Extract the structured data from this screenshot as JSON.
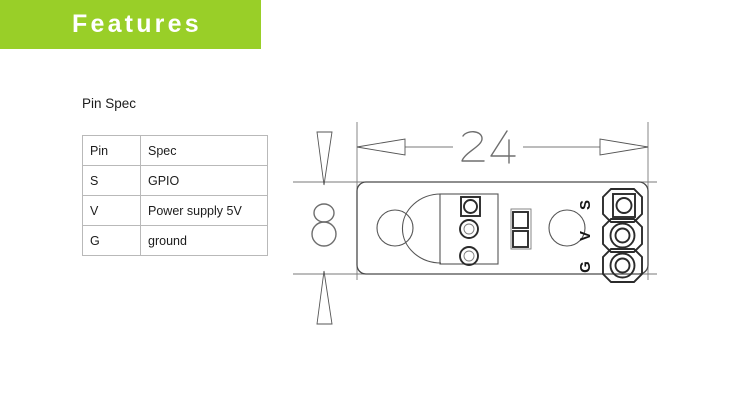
{
  "banner": {
    "title": "Features",
    "background_color": "#99cf28",
    "text_color": "#ffffff"
  },
  "pin_spec": {
    "heading": "Pin Spec",
    "columns": [
      "Pin",
      "Spec"
    ],
    "rows": [
      {
        "pin": "S",
        "spec": "GPIO"
      },
      {
        "pin": "V",
        "spec": "Power supply 5V"
      },
      {
        "pin": "G",
        "spec": "ground"
      }
    ]
  },
  "drawing": {
    "title": "pcb-module-dimension-drawing",
    "dimensions": {
      "width_label": "24",
      "height_label": "8"
    },
    "pad_labels": [
      "S",
      "V",
      "G"
    ],
    "line_color": "#555555"
  }
}
